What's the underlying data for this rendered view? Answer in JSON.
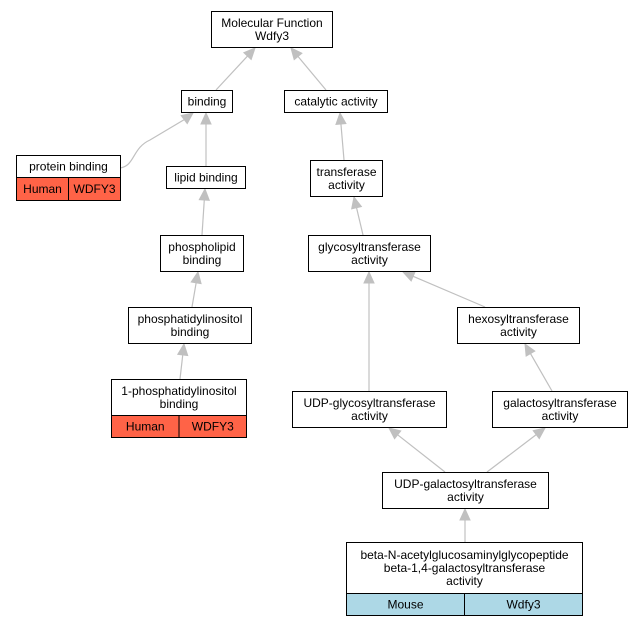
{
  "nodes": [
    {
      "id": "mf",
      "lines": [
        "Molecular Function",
        "Wdfy3"
      ]
    },
    {
      "id": "binding",
      "lines": [
        "binding"
      ]
    },
    {
      "id": "catalytic",
      "lines": [
        "catalytic activity"
      ]
    },
    {
      "id": "protein_binding",
      "lines": [
        "protein binding"
      ],
      "annotation": {
        "species": "Human",
        "gene": "WDFY3"
      }
    },
    {
      "id": "lipid_binding",
      "lines": [
        "lipid binding"
      ]
    },
    {
      "id": "transferase",
      "lines": [
        "transferase",
        "activity"
      ]
    },
    {
      "id": "phospholipid",
      "lines": [
        "phospholipid",
        "binding"
      ]
    },
    {
      "id": "glycosyltransferase",
      "lines": [
        "glycosyltransferase",
        "activity"
      ]
    },
    {
      "id": "phosphatidylinositol",
      "lines": [
        "phosphatidylinositol",
        "binding"
      ]
    },
    {
      "id": "hexosyltransferase",
      "lines": [
        "hexosyltransferase",
        "activity"
      ]
    },
    {
      "id": "pi1",
      "lines": [
        "1-phosphatidylinositol",
        "binding"
      ],
      "annotation": {
        "species": "Human",
        "gene": "WDFY3"
      }
    },
    {
      "id": "udp_glyco",
      "lines": [
        "UDP-glycosyltransferase",
        "activity"
      ]
    },
    {
      "id": "galacto",
      "lines": [
        "galactosyltransferase",
        "activity"
      ]
    },
    {
      "id": "udp_galacto",
      "lines": [
        "UDP-galactosyltransferase",
        "activity"
      ]
    },
    {
      "id": "beta",
      "lines": [
        "beta-N-acetylglucosaminylglycopeptide",
        "beta-1,4-galactosyltransferase",
        "activity"
      ],
      "annotation": {
        "species": "Mouse",
        "gene": "Wdfy3"
      }
    }
  ],
  "edges": [
    {
      "from": "binding",
      "to": "mf"
    },
    {
      "from": "catalytic",
      "to": "mf"
    },
    {
      "from": "protein_binding",
      "to": "binding"
    },
    {
      "from": "lipid_binding",
      "to": "binding"
    },
    {
      "from": "transferase",
      "to": "catalytic"
    },
    {
      "from": "phospholipid",
      "to": "lipid_binding"
    },
    {
      "from": "glycosyltransferase",
      "to": "transferase"
    },
    {
      "from": "phosphatidylinositol",
      "to": "phospholipid"
    },
    {
      "from": "hexosyltransferase",
      "to": "glycosyltransferase"
    },
    {
      "from": "pi1",
      "to": "phosphatidylinositol"
    },
    {
      "from": "udp_glyco",
      "to": "glycosyltransferase"
    },
    {
      "from": "galacto",
      "to": "hexosyltransferase"
    },
    {
      "from": "udp_galacto",
      "to": "udp_glyco"
    },
    {
      "from": "udp_galacto",
      "to": "galacto"
    },
    {
      "from": "beta",
      "to": "udp_galacto"
    }
  ],
  "colors": {
    "human": "#ff6347",
    "mouse": "#add8e6",
    "edge": "#c0c0c0"
  }
}
